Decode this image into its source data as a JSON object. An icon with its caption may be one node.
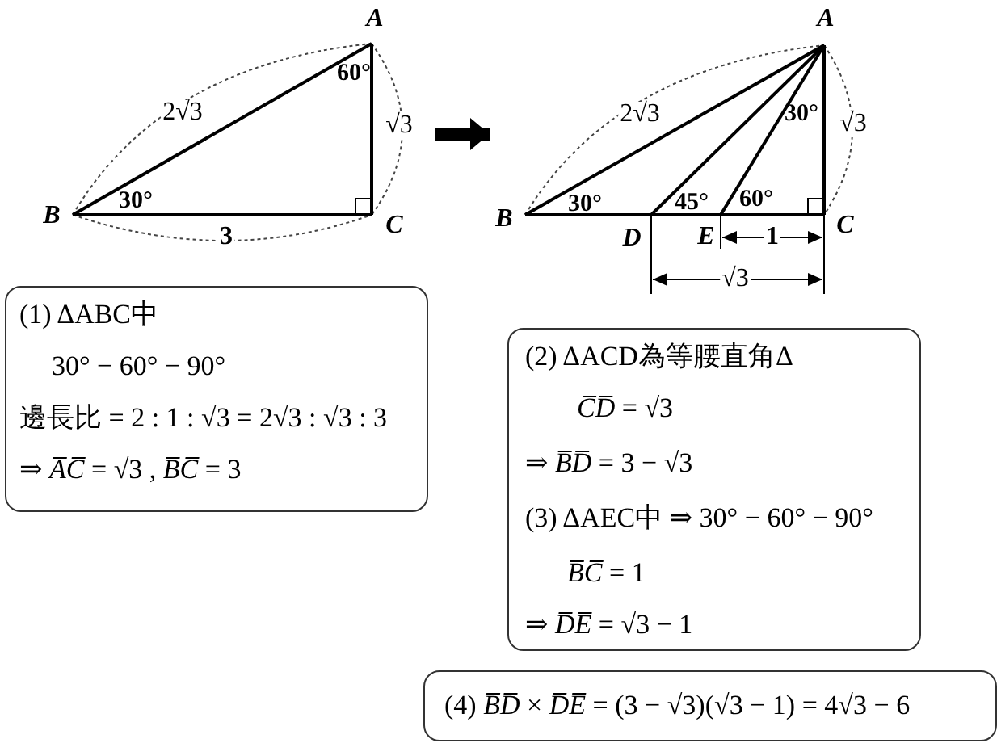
{
  "diagram": {
    "nodes": [
      {
        "text": [],
        "shape": "picture"
      },
      {
        "text": [],
        "shape": "picture"
      },
      {
        "text": [
          "(1) ΔABC中",
          "30° − 60° − 90°",
          "邊長比 = 2 : 1 : √3 = 2√3 : √3 : 3",
          "⇒ *A̅C̅* = √3 , *B̅C̅* = 3"
        ]
      },
      {
        "text": [
          "(2) ΔACD為等腰直角Δ",
          "*C̅D̅* = √3",
          "⇒ *B̅D̅* = 3 − √3",
          "(3) ΔAEC中 ⇒ 30° − 60° − 90°",
          "*B̅C̅* = 1",
          "⇒ *D̅E̅* = √3 − 1"
        ]
      },
      {
        "text": [
          "(4) *B̅D̅* × *D̅E̅* = (3 − √3)(√3 − 1) = 4√3 − 6"
        ]
      }
    ],
    "edges": [
      {
        "from": 0,
        "to": 1,
        "arrow": "to"
      }
    ],
    "labels": [
      "A",
      "60°",
      "2√3",
      "√3",
      "B",
      "30°",
      "C",
      "3",
      "A",
      "2√3",
      "30°",
      "√3",
      "B",
      "30°",
      "45°",
      "60°",
      "D",
      "E",
      "C",
      "1",
      "√3"
    ]
  }
}
